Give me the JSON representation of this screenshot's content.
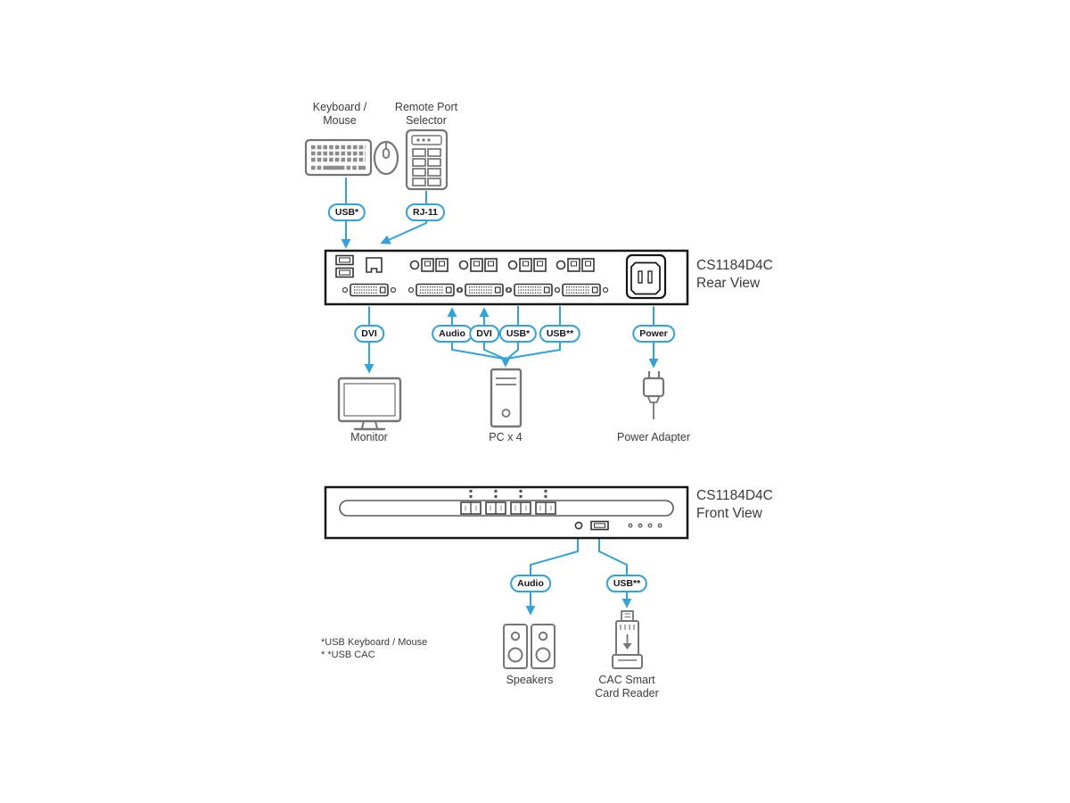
{
  "colors": {
    "accent_blue": "#31A2DB",
    "panel_border": "#161616",
    "icon_stroke": "#757575",
    "text": "#3b3b3b"
  },
  "devices": {
    "keyboard_mouse": {
      "line1": "Keyboard /",
      "line2": "Mouse"
    },
    "remote_port_selector": {
      "line1": "Remote Port",
      "line2": "Selector"
    },
    "monitor": "Monitor",
    "pc": "PC x 4",
    "power_adapter": "Power Adapter",
    "speakers": "Speakers",
    "cac_reader": {
      "line1": "CAC Smart",
      "line2": "Card Reader"
    }
  },
  "panels": {
    "rear": {
      "model": "CS1184D4C",
      "view": "Rear View"
    },
    "front": {
      "model": "CS1184D4C",
      "view": "Front View"
    }
  },
  "badges": {
    "usb_keyboard": "USB*",
    "rj11": "RJ-11",
    "dvi_monitor": "DVI",
    "audio_rear": "Audio",
    "dvi_pc": "DVI",
    "usb_pc": "USB*",
    "usb_cac_rear": "USB**",
    "power": "Power",
    "audio_front": "Audio",
    "usb_front": "USB**"
  },
  "footnotes": {
    "line1": "*USB Keyboard / Mouse",
    "line2": "* *USB CAC"
  }
}
